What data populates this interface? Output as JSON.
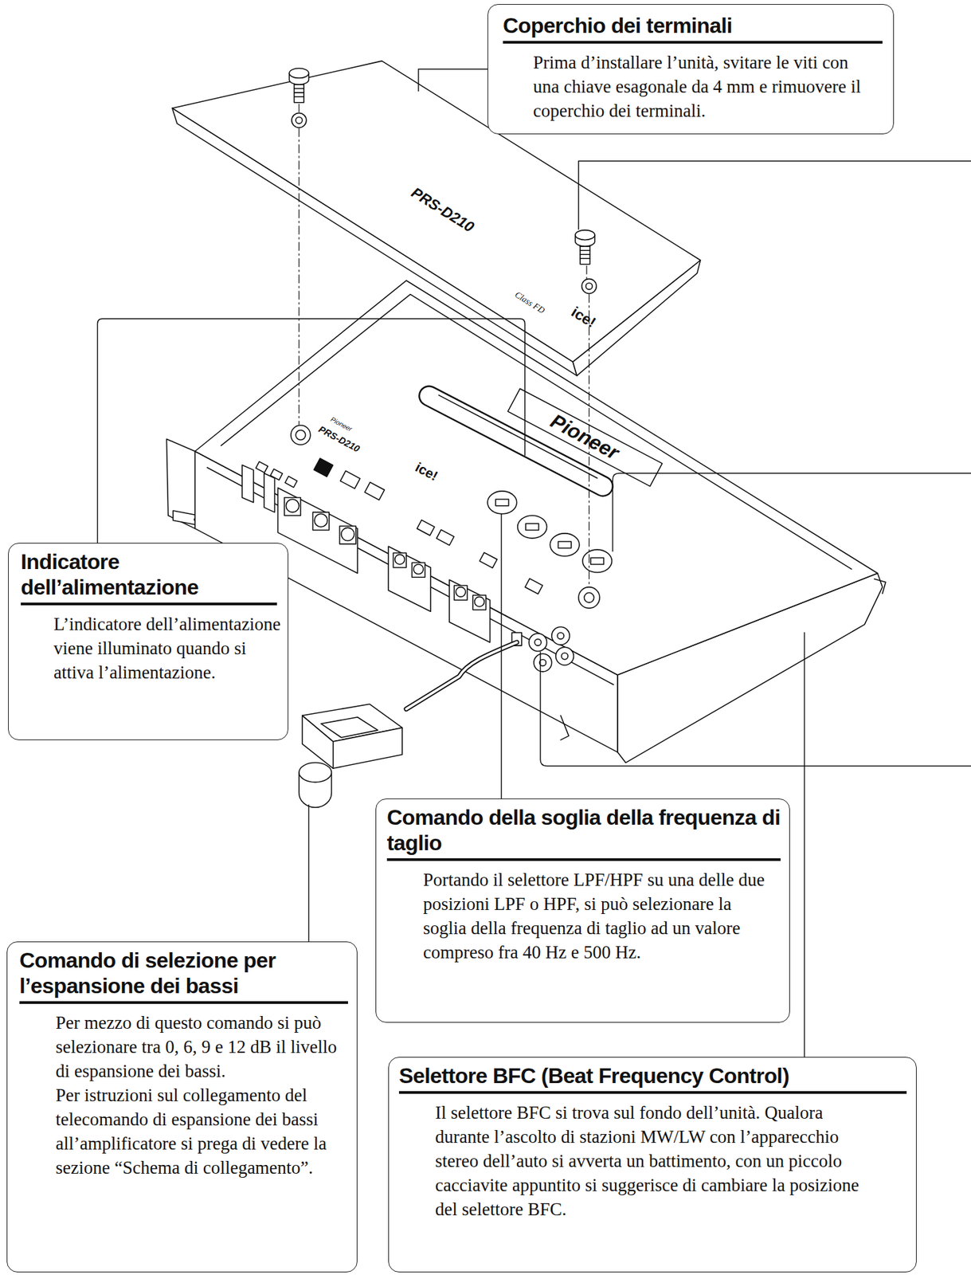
{
  "diagram": {
    "nodes": [
      {
        "text": [
          "Coperchio dei terminali",
          "Prima d’installare l’unità, svitare le viti con una chiave esagonale da 4 mm e rimuovere il coperchio dei terminali."
        ]
      },
      {
        "text": [
          "Indicatore dell’alimentazione",
          "L’indicatore dell’alimentazione viene illuminato quando si attiva l’alimentazione."
        ]
      },
      {
        "text": [
          "Comando della soglia della frequenza di taglio",
          "Portando il selettore LPF/HPF su una delle due posizioni LPF o HPF, si può selezionare la soglia della frequenza di taglio ad un valore compreso fra 40 Hz e 500 Hz."
        ]
      },
      {
        "text": [
          "Comando di selezione per l’espansione dei bassi",
          "Per mezzo di questo comando si può selezionare tra 0, 6, 9 e 12 dB il livello di espansione dei bassi.",
          "Per istruzioni sul collegamento del telecomando di espansione dei bassi all’amplificatore si prega di vedere la sezione “Schema di collegamento”."
        ]
      },
      {
        "text": [
          "Selettore BFC (Beat Frequency Control)",
          "Il selettore BFC si trova sul fondo dell’unità. Qualora durante l’ascolto di stazioni MW/LW con l’apparecchio stereo dell’auto si avverta un battimento, con un piccolo cacciavite appuntito si suggerisce di cambiare la posizione del selettore BFC."
        ]
      }
    ],
    "labels": [
      "PRS-D210",
      "Class FD",
      "ice!",
      "Pioneer",
      "PRS-D210",
      "ice!",
      "Pioneer"
    ]
  }
}
